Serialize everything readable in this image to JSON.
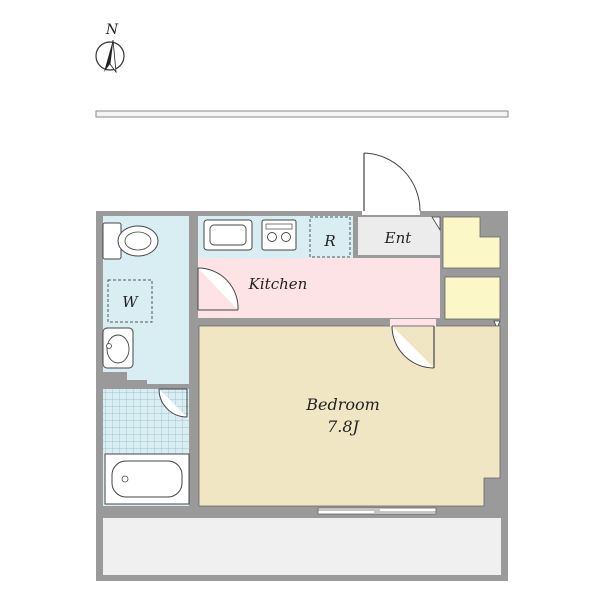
{
  "compass": {
    "label": "N"
  },
  "rooms": {
    "kitchen": {
      "label": "Kitchen"
    },
    "refrigerator": {
      "label": "R"
    },
    "entrance": {
      "label": "Ent"
    },
    "washer": {
      "label": "W"
    },
    "bedroom": {
      "label": "Bedroom",
      "size": "7.8J"
    }
  },
  "colors": {
    "wall": "#9a9a9a",
    "bath_area": "#d9eef3",
    "kitchen_floor": "#fde3e6",
    "bedroom_floor": "#f0e6c4",
    "closet": "#fbf7c6",
    "entrance_floor": "#ececec",
    "balcony": "#f0f0f0"
  }
}
